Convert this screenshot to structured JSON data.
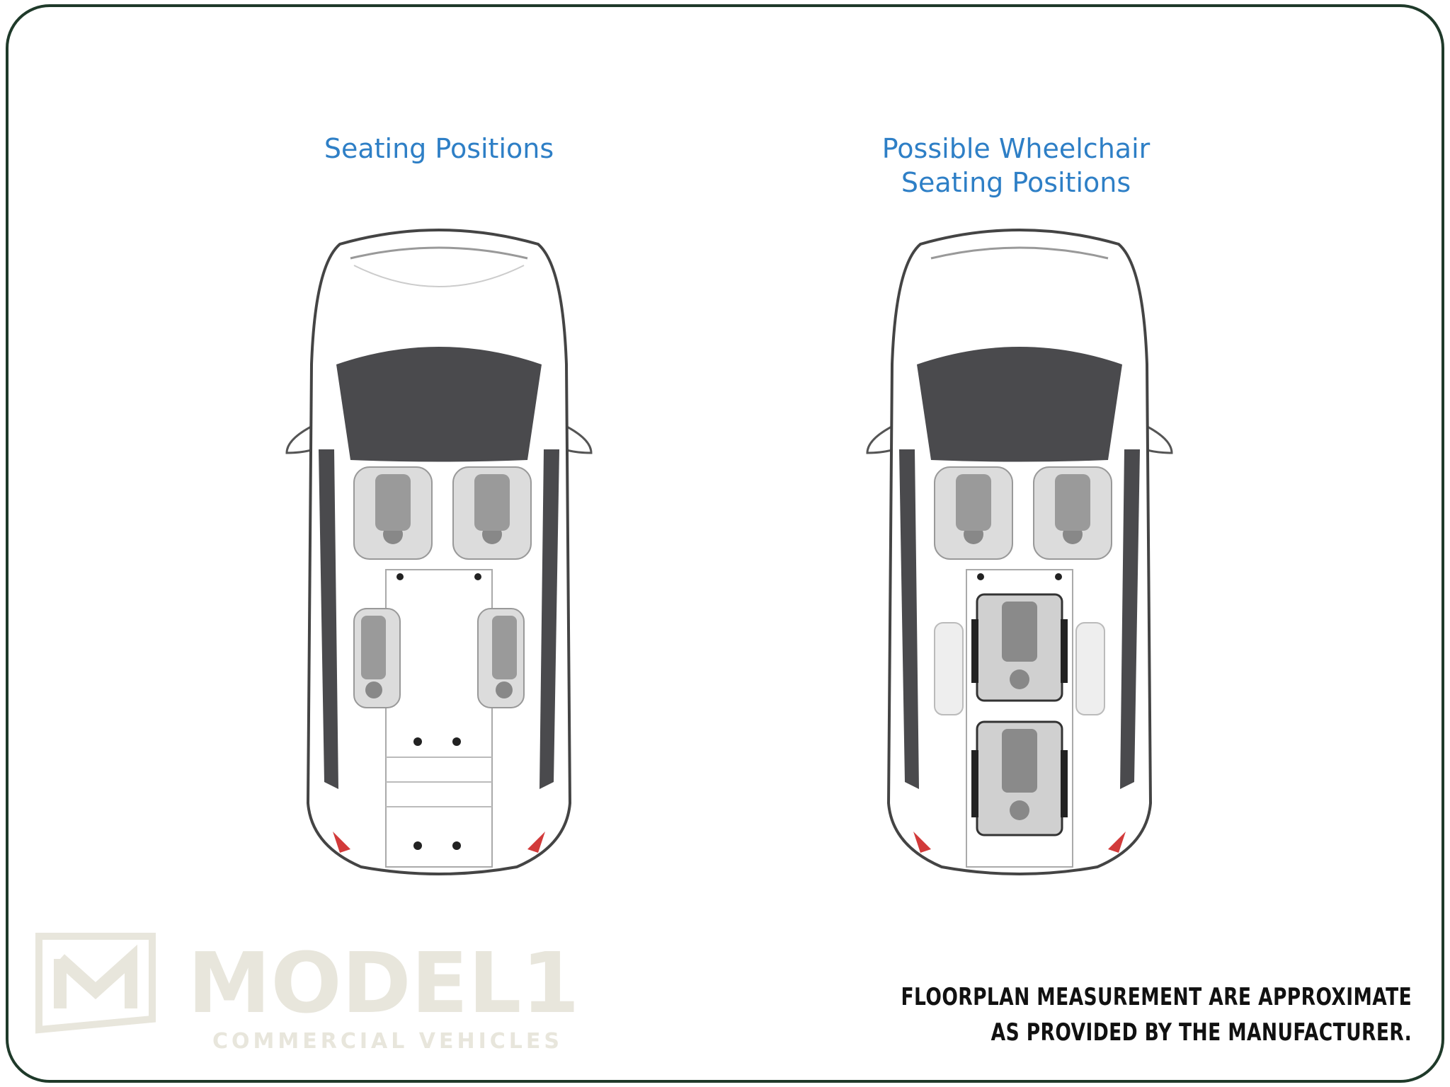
{
  "titles": {
    "left": "Seating Positions",
    "right_line1": "Possible Wheelchair",
    "right_line2": "Seating Positions"
  },
  "disclaimer": {
    "line1": "FLOORPLAN MEASUREMENT ARE APPROXIMATE",
    "line2": "AS PROVIDED BY THE MANUFACTURER."
  },
  "logo": {
    "wordmark": "MODEL1",
    "tagline": "COMMERCIAL VEHICLES"
  },
  "colors": {
    "title": "#2e7fc6",
    "frame": "#1f3a2a",
    "windshield": "#4a4a4d",
    "logo": "#e8e6dc"
  }
}
